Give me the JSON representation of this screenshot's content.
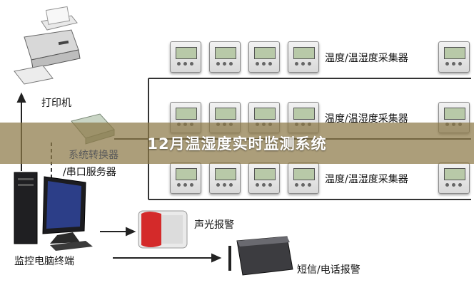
{
  "title": "12月温湿度实时监测系统",
  "labels": {
    "printer": "打印机",
    "converter_line1": "系统转换器",
    "converter_line2": "/串口服务器",
    "pc": "监控电脑终端",
    "alarm_light": "声光报警",
    "sms_alarm": "短信/电话报警"
  },
  "sensor_rows": [
    {
      "label": "温度/温湿度采集器"
    },
    {
      "label": "温度/温湿度采集器"
    },
    {
      "label": "温度/温湿度采集器"
    }
  ],
  "colors": {
    "banner": "#8c7846",
    "wire": "#333333",
    "alarm_red": "#d42a2a"
  },
  "icons": [
    "printer-icon",
    "converter-icon",
    "computer-icon",
    "alarm-light-icon",
    "gsm-modem-icon",
    "sensor-icon"
  ]
}
